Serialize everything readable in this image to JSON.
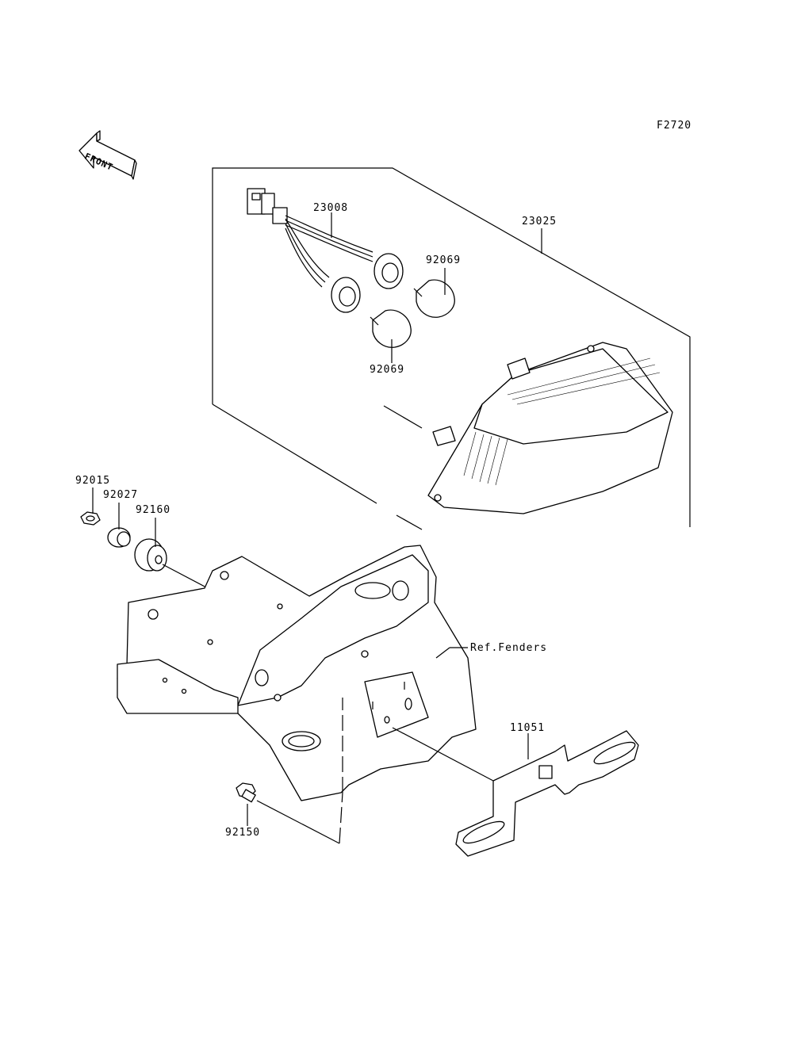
{
  "figure_code": "F2720",
  "front_arrow": {
    "label": "FRONT"
  },
  "parts": [
    {
      "key": "p23008",
      "number": "23008"
    },
    {
      "key": "p23025",
      "number": "23025"
    },
    {
      "key": "p92069a",
      "number": "92069"
    },
    {
      "key": "p92069b",
      "number": "92069"
    },
    {
      "key": "p92015",
      "number": "92015"
    },
    {
      "key": "p92027",
      "number": "92027"
    },
    {
      "key": "p92160",
      "number": "92160"
    },
    {
      "key": "p11051",
      "number": "11051"
    },
    {
      "key": "p92150",
      "number": "92150"
    }
  ],
  "references": [
    {
      "key": "ref_fenders",
      "label": "Ref.Fenders"
    }
  ]
}
